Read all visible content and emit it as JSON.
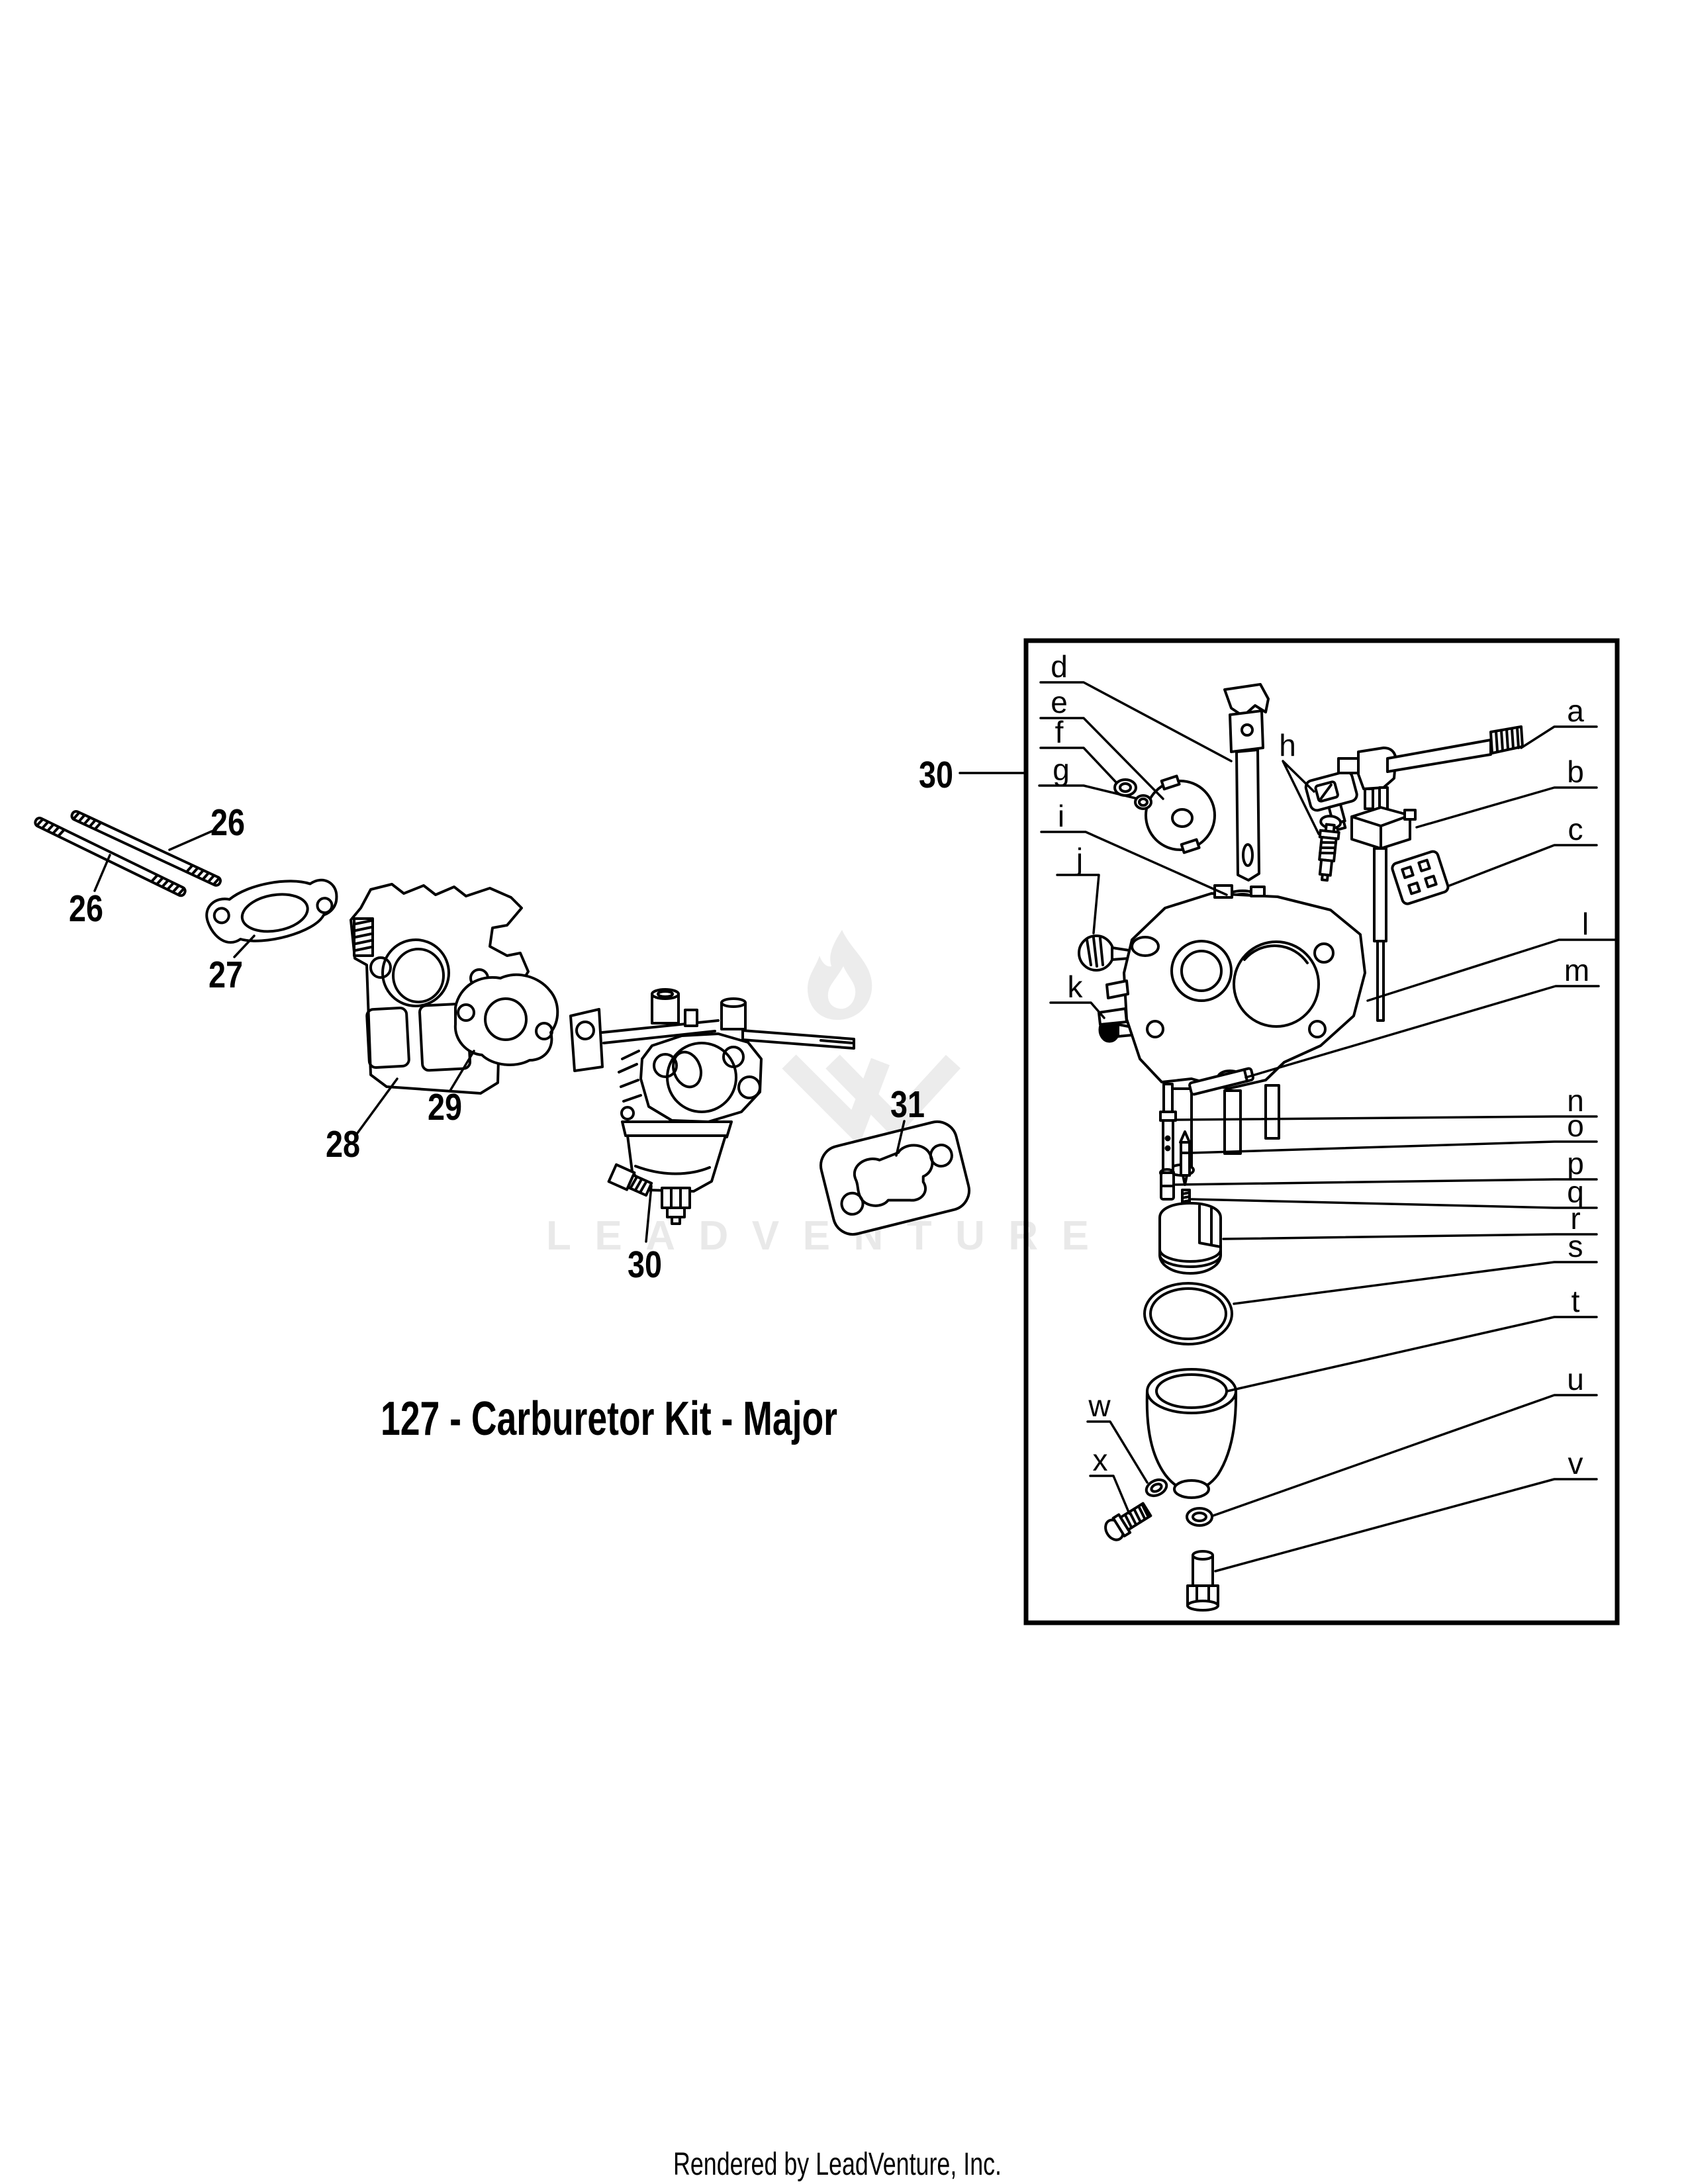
{
  "caption": "127 - Carburetor Kit - Major",
  "footer": "Rendered by LeadVenture, Inc.",
  "watermark": "LEADVENTURE",
  "parts": {
    "stud_upper": "26",
    "stud_lower": "26",
    "intake_gasket": "27",
    "insulator": "28",
    "carb_gasket": "29",
    "carburetor": "30",
    "outer_gasket": "31",
    "detail_box": "30"
  },
  "letters": {
    "a": "a",
    "b": "b",
    "c": "c",
    "d": "d",
    "e": "e",
    "f": "f",
    "g": "g",
    "h": "h",
    "i": "i",
    "j": "j",
    "k": "k",
    "l": "l",
    "m": "m",
    "n": "n",
    "o": "o",
    "p": "p",
    "q": "q",
    "r": "r",
    "s": "s",
    "t": "t",
    "u": "u",
    "v": "v",
    "w": "w",
    "x": "x"
  }
}
